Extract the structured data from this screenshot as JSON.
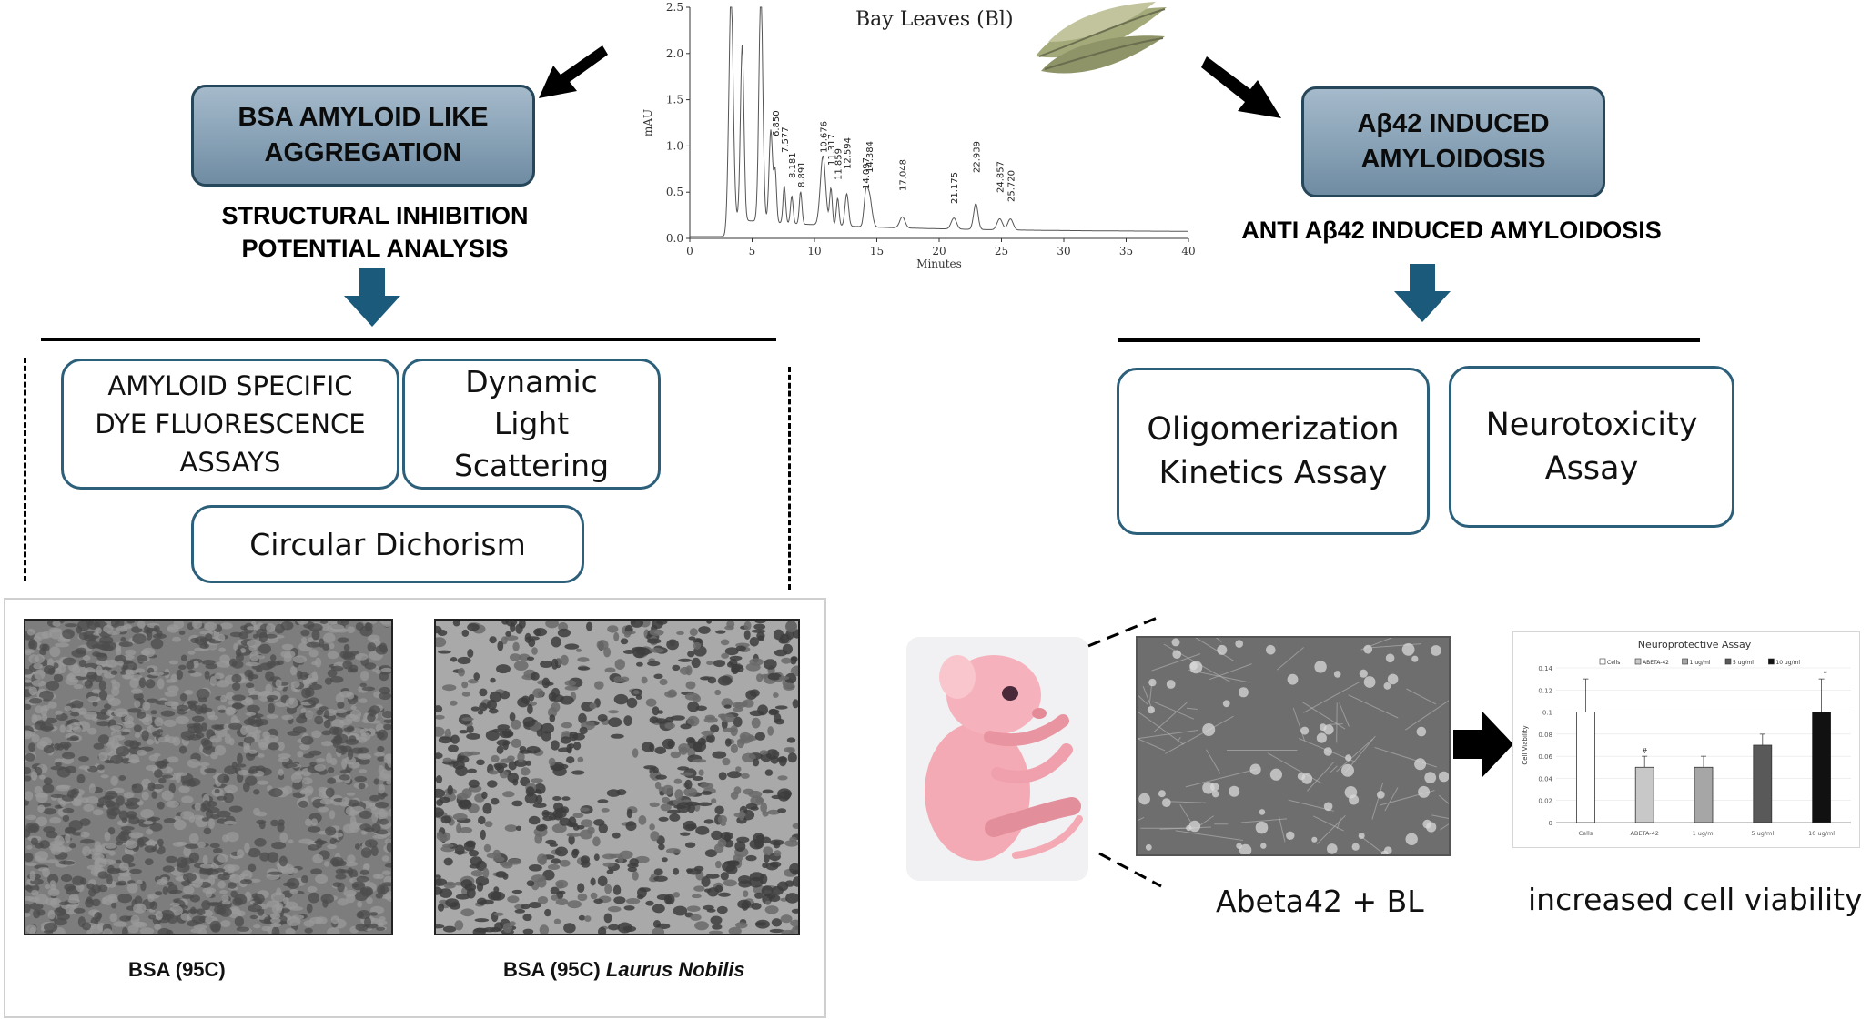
{
  "left_panel": {
    "title_line1": "BSA AMYLOID LIKE",
    "title_line2": "AGGREGATION",
    "subtitle_line1": "STRUCTURAL INHIBITION",
    "subtitle_line2": "POTENTIAL ANALYSIS",
    "assays": {
      "dye_line1": "AMYLOID SPECIFIC",
      "dye_line2": "DYE FLUORESCENCE",
      "dye_line3": "ASSAYS",
      "dls_line1": "Dynamic",
      "dls_line2": "Light",
      "dls_line3": "Scattering",
      "cd": "Circular Dichorism"
    },
    "captions": {
      "bsa": "BSA (95C)",
      "bsa_ln_prefix": "BSA (95C) ",
      "bsa_ln_italic": "Laurus Nobilis"
    }
  },
  "right_panel": {
    "title_line1": "Aβ42 INDUCED",
    "title_line2": "AMYLOIDOSIS",
    "subtitle": "ANTI Aβ42 INDUCED AMYLOIDOSIS",
    "assays": {
      "olig_line1": "Oligomerization",
      "olig_line2": "Kinetics Assay",
      "neuro_line1": "Neurotoxicity",
      "neuro_line2": "Assay"
    },
    "caption_cells": "Abeta42 + BL",
    "caption_result": "increased cell viability"
  },
  "chromatogram": {
    "title": "Bay Leaves (Bl)",
    "ylabel": "mAU",
    "xlabel": "Minutes",
    "y_ticks": [
      "0.0",
      "0.5",
      "1.0",
      "1.5",
      "2.0",
      "2.5"
    ],
    "x_ticks": [
      "0",
      "5",
      "10",
      "15",
      "20",
      "25",
      "30",
      "35",
      "40"
    ],
    "peak_labels": [
      "6.850",
      "7.577",
      "8.181",
      "8.891",
      "10.676",
      "11.317",
      "11.859",
      "12.594",
      "14.097",
      "14.384",
      "17.048",
      "21.175",
      "22.939",
      "24.857",
      "25.720"
    ]
  },
  "chart_data": {
    "type": "bar",
    "title": "Neuroprotective Assay",
    "ylabel": "Cell Viability",
    "categories": [
      "Cells",
      "ABETA-42",
      "1 ug/ml",
      "5 ug/ml",
      "10 ug/ml"
    ],
    "legend": [
      "Cells",
      "ABETA-42",
      "1 ug/ml",
      "5 ug/ml",
      "10 ug/ml"
    ],
    "values": [
      0.1,
      0.05,
      0.05,
      0.07,
      0.1
    ],
    "errors": [
      0.03,
      0.01,
      0.01,
      0.01,
      0.03
    ],
    "bar_colors": [
      "#ffffff",
      "#c8c8c8",
      "#a6a6a6",
      "#595959",
      "#111111"
    ],
    "annotations": [
      "#",
      "*"
    ],
    "y_ticks": [
      "0",
      "0.02",
      "0.04",
      "0.06",
      "0.08",
      "0.1",
      "0.12",
      "0.14"
    ],
    "ylim": [
      0,
      0.14
    ]
  }
}
